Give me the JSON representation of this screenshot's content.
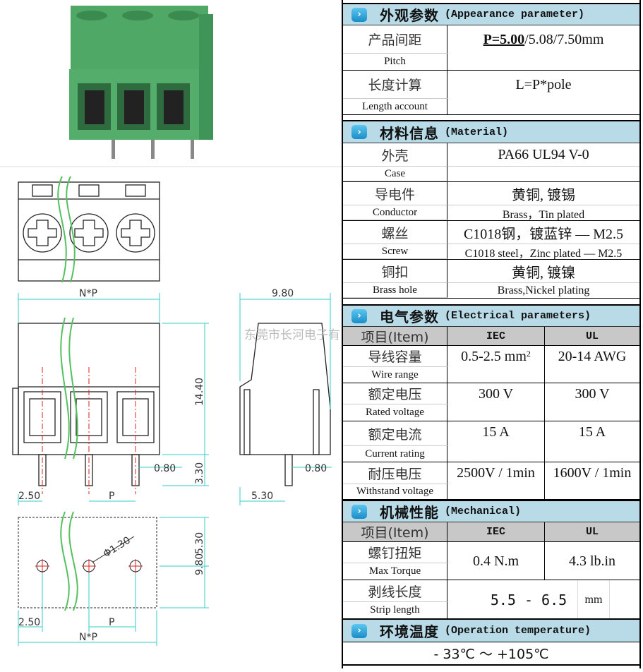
{
  "drawing": {
    "dim_np": "N*P",
    "dim_width": "9.80",
    "dim_height": "14.40",
    "dim_pin": "3.30",
    "dim_pin_dia": "0.80",
    "dim_pin_dia_side": "0.80",
    "dim_offset": "2.50",
    "dim_p": "P",
    "dim_side_offset": "5.30",
    "dim_hole": "Φ1.30",
    "dim_pcb_v1": "5.30",
    "dim_pcb_v2": "9.80",
    "dim_pcb_offset": "2.50",
    "dim_pcb_p": "P",
    "dim_pcb_np": "N*P",
    "watermark": "东莞市长河电子有"
  },
  "sections": {
    "appearance": {
      "cn": "外观参数",
      "en": "(Appearance parameter)"
    },
    "material": {
      "cn": "材料信息",
      "en": "(Material)"
    },
    "electrical": {
      "cn": "电气参数",
      "en": "(Electrical parameters)"
    },
    "mechanical": {
      "cn": "机械性能",
      "en": "(Mechanical)"
    },
    "temperature": {
      "cn": "环境温度",
      "en": "(Operation temperature)"
    }
  },
  "appearance": {
    "pitch": {
      "cn": "产品间距",
      "en": "Pitch",
      "value_bold": "P=5.00",
      "value_rest": "/5.08/7.50mm"
    },
    "length": {
      "cn": "长度计算",
      "en": "Length account",
      "value": "L=P*pole"
    }
  },
  "material": [
    {
      "cn": "外壳",
      "en": "Case",
      "value": "PA66 UL94 V-0",
      "sub": ""
    },
    {
      "cn": "导电件",
      "en": "Conductor",
      "value": "黄铜, 镀锡",
      "sub": "Brass，Tin plated"
    },
    {
      "cn": "螺丝",
      "en": "Screw",
      "value": "C1018钢，镀蓝锌 — M2.5",
      "sub": "C1018 steel，Zinc plated — M2.5"
    },
    {
      "cn": "铜扣",
      "en": "Brass hole",
      "value": "黄铜, 镀镍",
      "sub": "Brass,Nickel plating"
    }
  ],
  "electrical": {
    "head": {
      "item": "项目(Item)",
      "iec": "IEC",
      "ul": "UL"
    },
    "rows": [
      {
        "cn": "导线容量",
        "en": "Wire range",
        "iec": "0.5-2.5 mm",
        "iec_sup": "2",
        "ul": "20-14  AWG"
      },
      {
        "cn": "额定电压",
        "en": "Rated voltage",
        "iec": "300 V",
        "ul": "300 V"
      },
      {
        "cn": "额定电流",
        "en": "Current rating",
        "iec": "15 A",
        "ul": "15  A"
      },
      {
        "cn": "耐压电压",
        "en": "Withstand voltage",
        "iec": "2500V / 1min",
        "ul": "1600V / 1min"
      }
    ]
  },
  "mechanical": {
    "head": {
      "item": "项目(Item)",
      "iec": "IEC",
      "ul": "UL"
    },
    "torque": {
      "cn": "螺钉扭矩",
      "en": "Max Torque",
      "iec": "0.4  N.m",
      "ul": "4.3 lb.in"
    },
    "strip": {
      "cn": "剥线长度",
      "en": "Strip length",
      "value": "5.5 - 6.5",
      "unit": "mm"
    }
  },
  "temperature": {
    "value": "- 33℃ ～ +105℃"
  }
}
